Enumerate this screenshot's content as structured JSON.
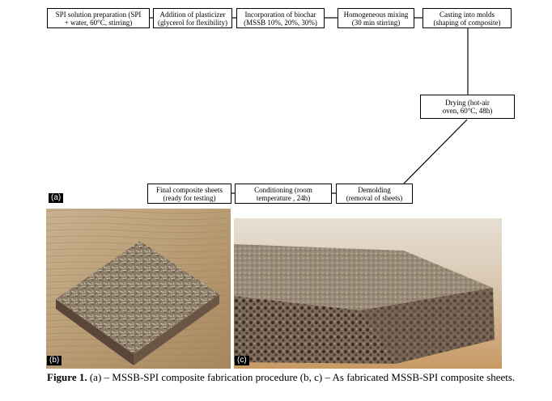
{
  "flow": {
    "step1": "SPI solution preparation  (SPI\n+ water, 60°C, stirring)",
    "step2": "Addition of plasticizer\n(glycerol for flexibility)",
    "step3": "Incorporation of  biochar\n(MSSB 10%, 20%, 30%)",
    "step4": "Homogeneous mixing\n(30 min stirring)",
    "step5": "Casting into  molds\n(shaping of composite)",
    "step6": "Drying  (hot-air\noven, 60°C, 48h)",
    "step7": "Demolding\n(removal of sheets)",
    "step8": "Conditioning  (room\ntemperature , 24h)",
    "step9": "Final composite sheets\n(ready for testing)"
  },
  "panels": {
    "a": "(a)",
    "b": "(b)",
    "c": "(c)"
  },
  "caption": {
    "label": "Figure 1.",
    "text": " (a) – MSSB-SPI composite fabrication procedure (b, c) – As fabricated MSSB-SPI composite sheets."
  }
}
